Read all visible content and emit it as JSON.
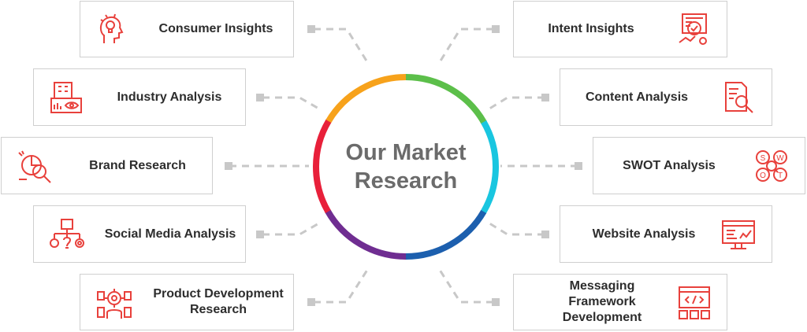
{
  "center": {
    "title_line1": "Our Market",
    "title_line2": "Research"
  },
  "left_items": [
    {
      "label": "Consumer Insights",
      "icon": "head-bulb-icon"
    },
    {
      "label": "Industry Analysis",
      "icon": "building-eye-icon"
    },
    {
      "label": "Brand Research",
      "icon": "magnifier-chart-icon"
    },
    {
      "label": "Social Media Analysis",
      "icon": "hierarchy-network-icon"
    },
    {
      "label": "Product Development Research",
      "icon": "gear-person-icon"
    }
  ],
  "right_items": [
    {
      "label": "Intent Insights",
      "icon": "document-check-icon"
    },
    {
      "label": "Content Analysis",
      "icon": "document-search-icon"
    },
    {
      "label": "SWOT Analysis",
      "icon": "swot-circles-icon"
    },
    {
      "label": "Website Analysis",
      "icon": "monitor-chart-icon"
    },
    {
      "label": "Messaging Framework Development",
      "icon": "code-window-icon"
    }
  ],
  "colors": {
    "icon": "#e8413c",
    "connector": "#c8c8c8",
    "text": "#2d2d2d",
    "center_text": "#6b6b6b",
    "ring": [
      "#f7a21b",
      "#5cbf4a",
      "#19c6e0",
      "#1c5fae",
      "#6f2d91",
      "#e8203a"
    ]
  }
}
